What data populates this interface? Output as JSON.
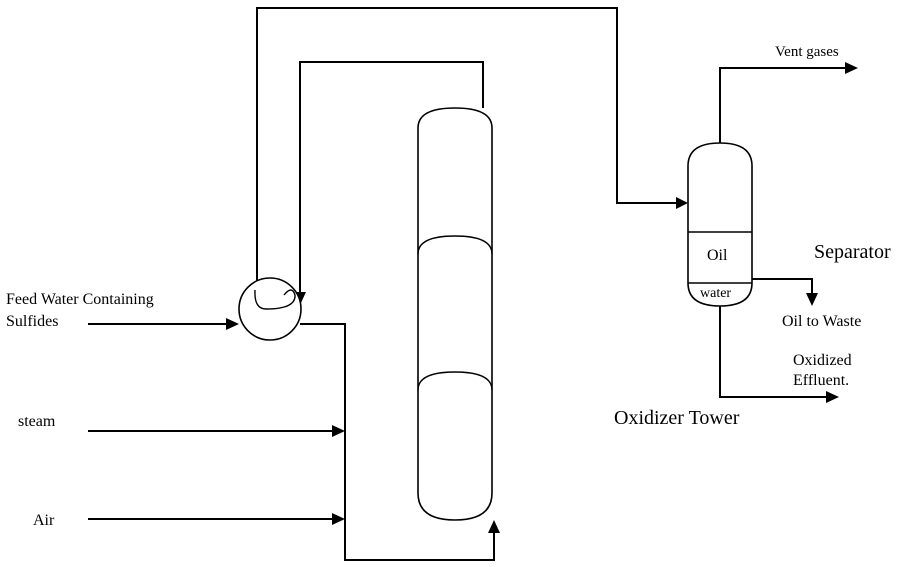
{
  "labels": {
    "feed_line1": "Feed Water Containing",
    "feed_line2": "Sulfides",
    "steam": "steam",
    "air": "Air",
    "vent": "Vent gases",
    "separator": "Separator",
    "oil": "Oil",
    "water": "water",
    "oil_waste": "Oil  to Waste",
    "effluent_line1": "Oxidized",
    "effluent_line2": "Effluent.",
    "oxidizer_tower": "Oxidizer Tower"
  }
}
